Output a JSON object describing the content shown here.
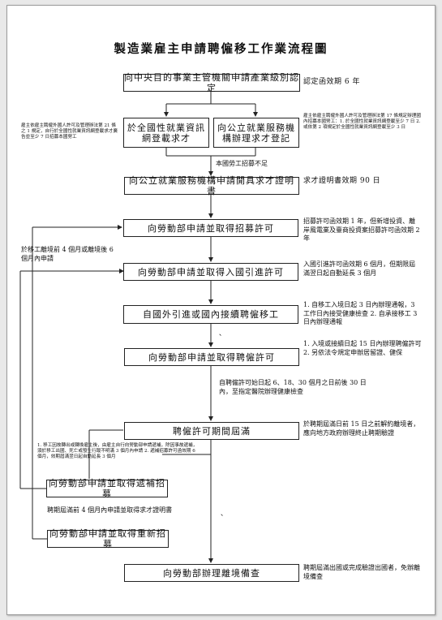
{
  "title": "製造業雇主申請聘僱移工作業流程圖",
  "steps": {
    "s1": "向中央目的事業主管機關申請產業級別認定",
    "s2a": "於全國性就業資訊網登載求才",
    "s2b": "向公立就業服務機構辦理求才登記",
    "s3": "向公立就業服務機構申請開具求才證明書",
    "s4": "向勞動部申請並取得招募許可",
    "s5": "向勞動部申請並取得入國引進許可",
    "s6": "自國外引進或國內接續聘僱移工",
    "s7": "向勞動部申請並取得聘僱許可",
    "s8": "聘僱許可期間屆滿",
    "s9": "向勞動部申請並取得遞補招募",
    "s10": "向勞動部申請並取得重新招募",
    "s11": "向勞動部辦理離境備查"
  },
  "notes": {
    "n1": "認定函效期 6 年",
    "n_left_top": "雇主依雇主聘僱外國人許可及管理辦法第 21 條之 1 規定，自行於全國性就業資訊網登載求才廣告並至少 7 日招募本國勞工",
    "n_right_top": "雇主依雇主聘僱外國人許可及管理辦法第 17 條規定辦理國內招募本國勞工：1. 於全國性就業資訊網登載至少 7 日 2. 或依第 2 項規定於全國性就業資訊網登載至少 3 日",
    "n_shortage": "本國勞工招募不足",
    "n3": "求才證明書效期 90 日",
    "n4": "招募許可函效期 1 年，但新增投資、離岸風電業及臺商投資案招募許可函效期 2 年",
    "n_left_5": "於移工離境前 4 個月或離境後 6 個月內申請",
    "n5": "入國引進許可函效期 6 個月，但期限屆滿翌日起自動延長 3 個月",
    "n6": "1. 自移工入境日起 3 日內辦理通報，3 工作日內接受健康檢查 2. 自承接移工 3 日內辦理通報",
    "n7": "1. 入境或接續日起 15 日內辦理聘僱許可 2. 另依法令規定申辦居留證、健保",
    "n_health": "自聘僱許可始日起 6、18、30 個月之日前後 30 日內，至指定醫院辦理健康檢查",
    "n8": "於聘期屆滿日前 15 日之前解約離境者，應向地方政府辦理終止聘期驗證",
    "n_left_9": "1. 移工因故轉出或轉換雇主後，由雇主自行向勞動部申請遞補，除因事故遞補，須於移工出國、死亡或發生行蹤不明滿 3 個月內申請 2. 遞補招募許可函效期 6 個月，效期屆滿翌日起自動延長 3 個月",
    "n_left_10": "聘期屆滿前 4 個月內申請並取得求才證明書",
    "n11": "聘期屆滿出國或完成驗證出國者，免辦離境備查"
  }
}
